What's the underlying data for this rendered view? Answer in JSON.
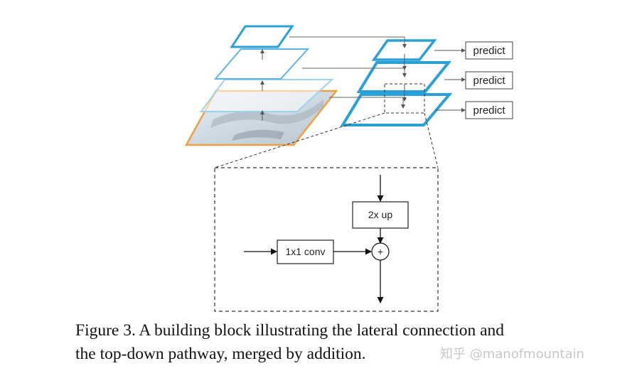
{
  "diagram": {
    "predict_labels": [
      "predict",
      "predict",
      "predict"
    ],
    "upsample_label": "2x up",
    "lateral_conv_label": "1x1 conv",
    "merge_symbol": "+"
  },
  "caption": {
    "line1": "Figure 3. A building block illustrating the lateral connection and",
    "line2": "the top-down pathway, merged by addition."
  },
  "watermark": {
    "text": "知乎 @manofmountain"
  },
  "colors": {
    "pyramid_blue": "#2aa0d8",
    "pyramid_light_blue": "#9dd2ec",
    "image_orange": "#f0a040",
    "line_gray": "#555555",
    "dashed_gray": "#333333"
  }
}
